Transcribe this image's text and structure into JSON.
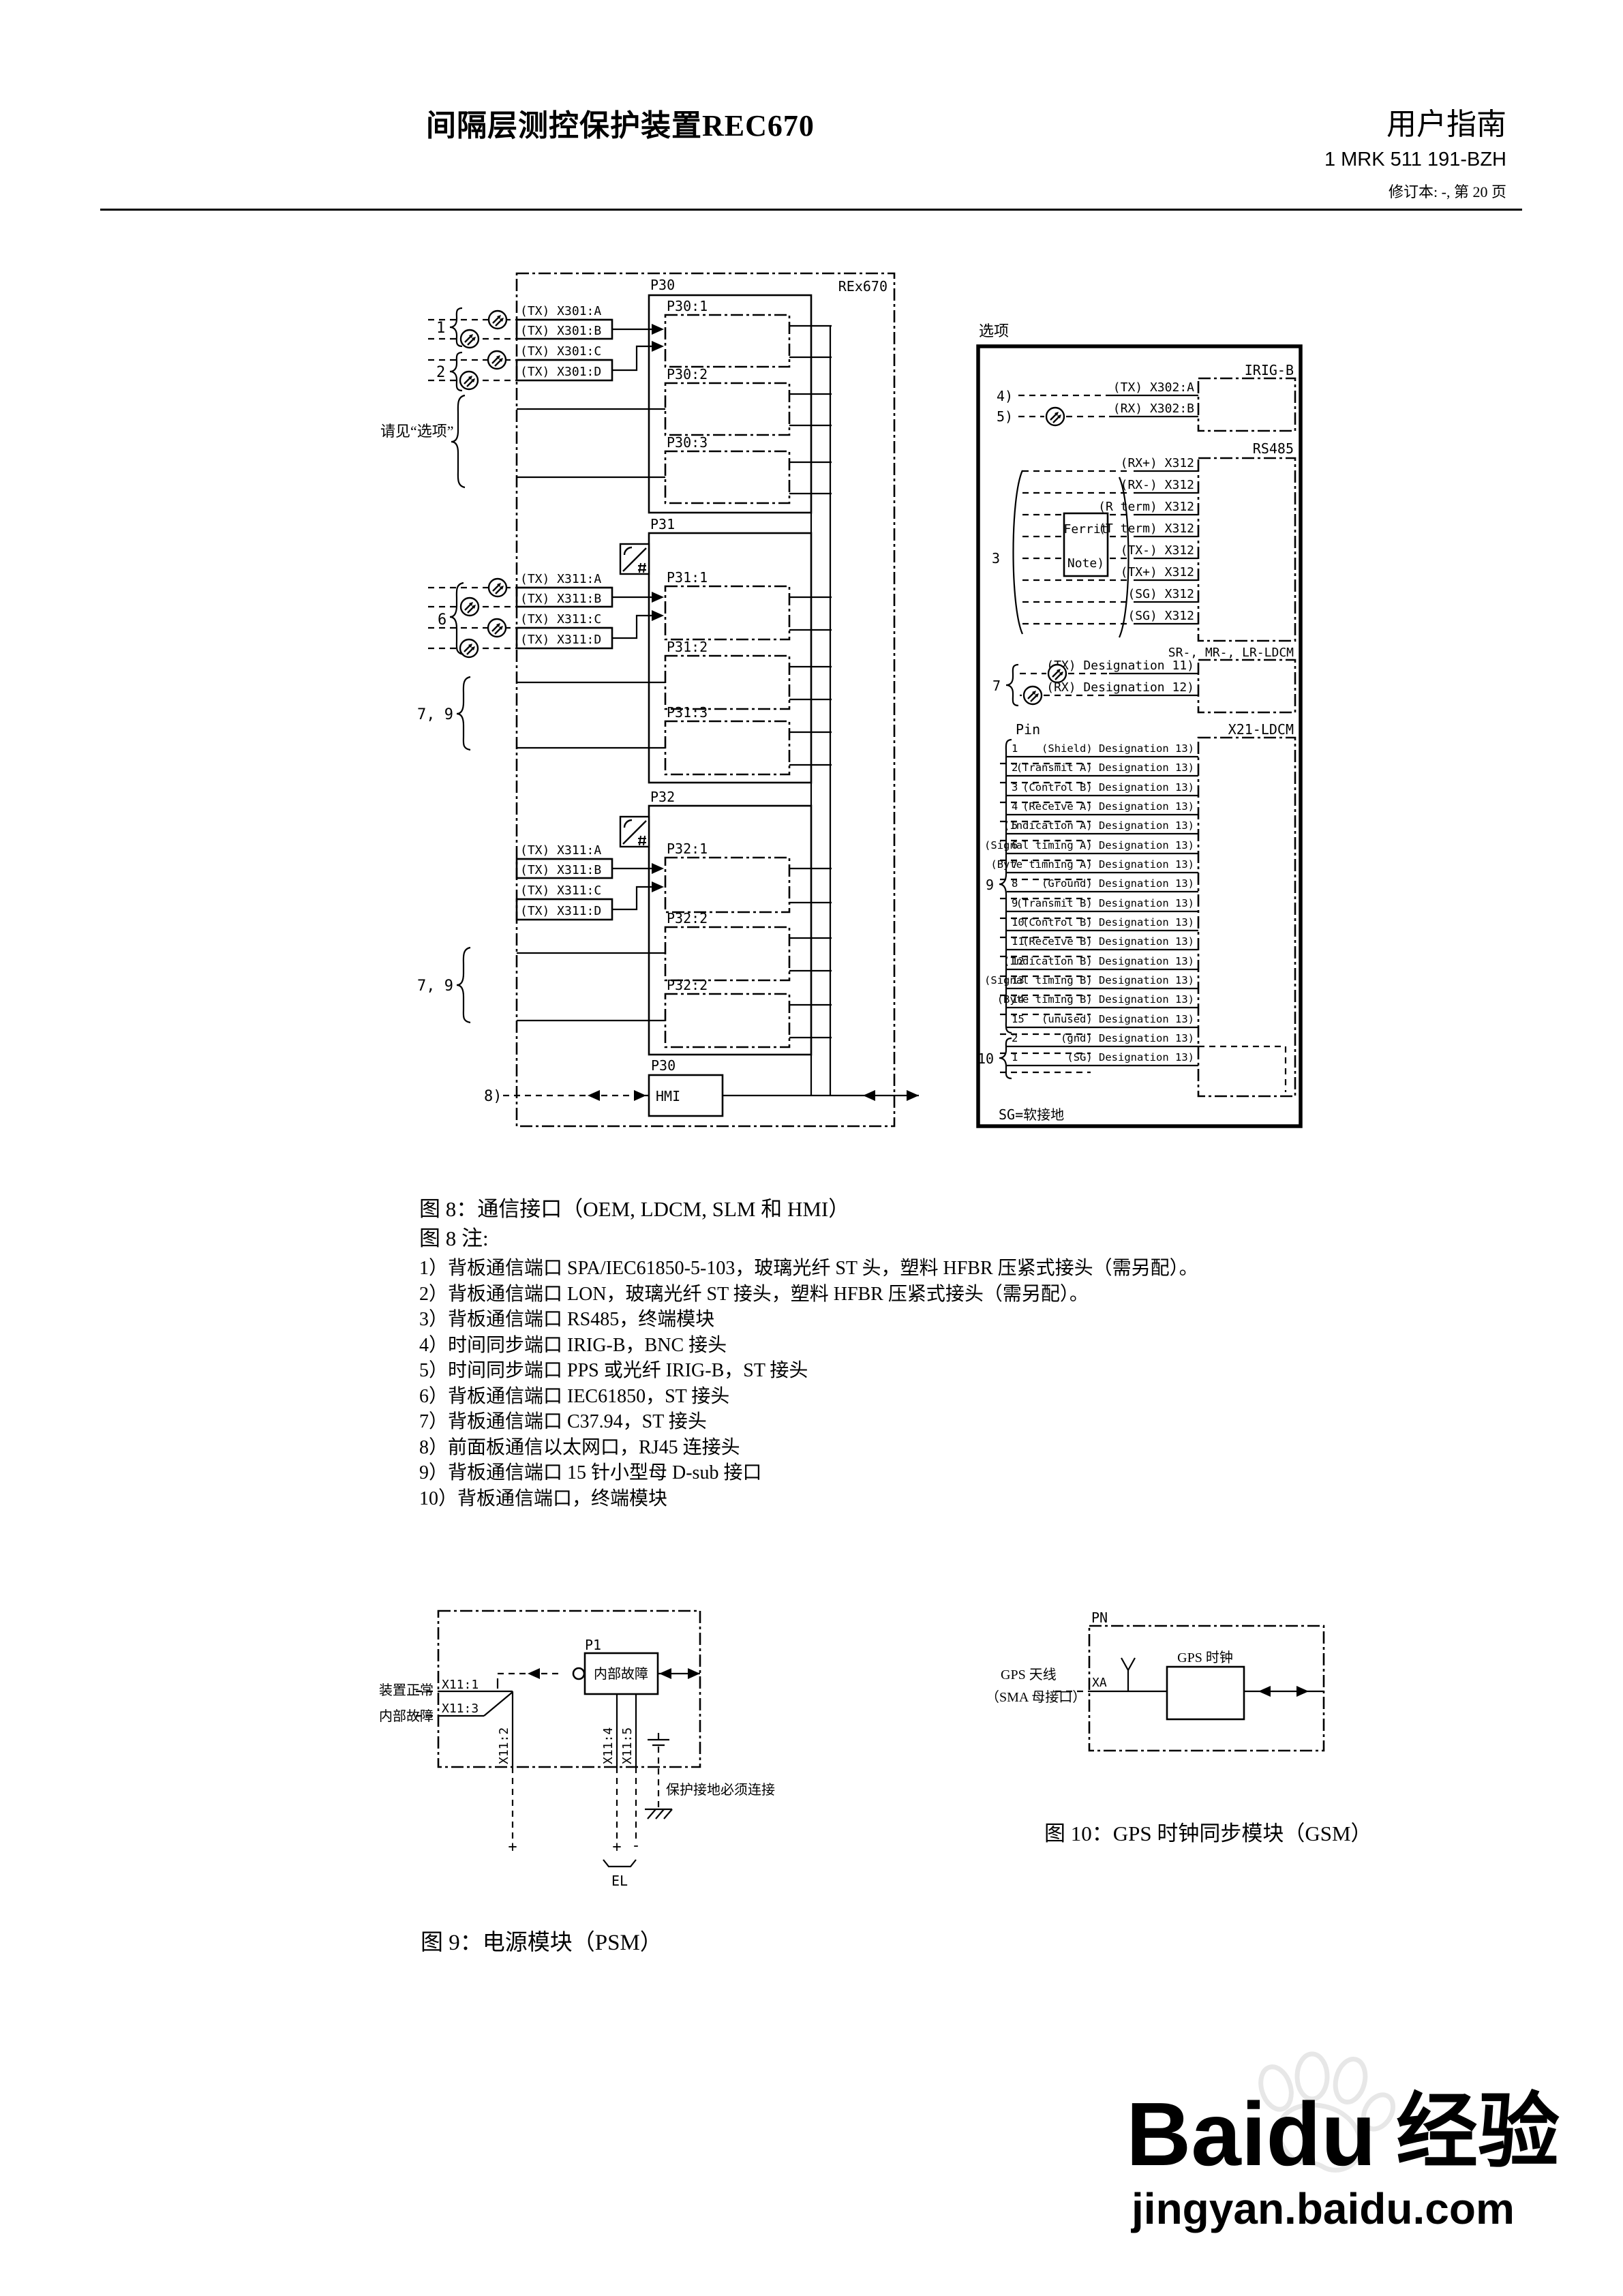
{
  "header": {
    "title": "间隔层测控保护装置REC670",
    "doc_type": "用户指南",
    "doc_number": "1 MRK 511 191-BZH",
    "revision": "修订本: -, 第 20 页"
  },
  "fig8": {
    "device": "REx670",
    "see_options": "请见“选项”",
    "refs": {
      "g1": "1",
      "g2": "2",
      "g6": "6",
      "g79a": "7, 9",
      "g79b": "7, 9",
      "g8": "8)"
    },
    "p30": {
      "label": "P30",
      "x301": [
        "(TX) X301:A",
        "(TX) X301:B",
        "(TX) X301:C",
        "(TX) X301:D"
      ],
      "ports": [
        "P30:1",
        "P30:2",
        "P30:3"
      ]
    },
    "p31": {
      "label": "P31",
      "x311": [
        "(TX) X311:A",
        "(TX) X311:B",
        "(TX) X311:C",
        "(TX) X311:D"
      ],
      "ports": [
        "P31:1",
        "P31:2",
        "P31:3"
      ]
    },
    "p32": {
      "label": "P32",
      "x311": [
        "(TX) X311:A",
        "(TX) X311:B",
        "(TX) X311:C",
        "(TX) X311:D"
      ],
      "ports": [
        "P32:1",
        "P32:2",
        "P32:2"
      ]
    },
    "hmi": {
      "module": "P30",
      "label": "HMI"
    },
    "options": {
      "title": "选项",
      "irigb": {
        "name": "IRIG-B",
        "ref4": "4)",
        "ref5": "5)",
        "rows": [
          "(TX) X302:A",
          "(RX) X302:B"
        ]
      },
      "rs485": {
        "name": "RS485",
        "ref": "3",
        "ferrit": "Ferrit",
        "note": "Note)",
        "rows": [
          "(RX+) X312",
          "(RX-) X312",
          "(R term) X312",
          "(T term) X312",
          "(TX-) X312",
          "(TX+) X312",
          "(SG) X312",
          "(SG) X312"
        ]
      },
      "ldcm": {
        "name": "SR-, MR-, LR-LDCM",
        "ref": "7",
        "rows": [
          "(TX) Designation 11)",
          "(RX) Designation 12)"
        ]
      },
      "x21": {
        "name": "X21-LDCM",
        "pin_header": "Pin",
        "ref_main": "9",
        "ref_tail": "10",
        "pins": [
          {
            "p": "1",
            "l": "(Shield) Designation 13)"
          },
          {
            "p": "2",
            "l": "(Transmit A) Designation 13)"
          },
          {
            "p": "3",
            "l": "(Control B) Designation 13)"
          },
          {
            "p": "4",
            "l": "(Receive A) Designation 13)"
          },
          {
            "p": "5",
            "l": "(Indication A) Designation 13)"
          },
          {
            "p": "6",
            "l": "(Signal timing A) Designation 13)"
          },
          {
            "p": "7",
            "l": "(Byte timning A) Designation 13)"
          },
          {
            "p": "8",
            "l": "(Ground) Designation 13)"
          },
          {
            "p": "9",
            "l": "(Transmit B) Designation 13)"
          },
          {
            "p": "10",
            "l": "(Control B) Designation 13)"
          },
          {
            "p": "11",
            "l": "(Receive B) Designation 13)"
          },
          {
            "p": "12",
            "l": "(Indication B) Designation 13)"
          },
          {
            "p": "13",
            "l": "(Signal timing B) Designation 13)"
          },
          {
            "p": "14",
            "l": "(Byte timing B) Designation 13)"
          },
          {
            "p": "15",
            "l": "(unused) Designation 13)"
          },
          {
            "p": "2",
            "l": "(gnd) Designation 13)"
          },
          {
            "p": "1",
            "l": "(SG) Designation 13)"
          }
        ]
      },
      "sg_note": "SG=软接地"
    }
  },
  "fig8_caption": "图 8：通信接口（OEM, LDCM, SLM 和 HMI）",
  "notes": {
    "title": "图 8 注:",
    "items": [
      "1）背板通信端口 SPA/IEC61850-5-103，玻璃光纤 ST 头，塑料 HFBR 压紧式接头（需另配）。",
      "2）背板通信端口 LON，玻璃光纤 ST 接头，塑料 HFBR 压紧式接头（需另配）。",
      "3）背板通信端口 RS485，终端模块",
      "4）时间同步端口 IRIG-B，BNC 接头",
      "5）时间同步端口 PPS 或光纤 IRIG-B，ST 接头",
      "6）背板通信端口 IEC61850，ST 接头",
      "7）背板通信端口 C37.94，ST 接头",
      "8）前面板通信以太网口，RJ45 连接头",
      "9）背板通信端口 15 针小型母 D-sub 接口",
      "10）背板通信端口，终端模块"
    ]
  },
  "fig9": {
    "caption": "图 9：电源模块（PSM）",
    "device_ok": "装置正常",
    "internal_fault": "内部故障",
    "x11_1": "X11:1",
    "x11_3": "X11:3",
    "p1": "P1",
    "p1_text": "内部故障",
    "x11_2": "X11:2",
    "x11_4": "X11:4",
    "x11_5": "X11:5",
    "plus1": "+",
    "plus2": "+",
    "minus": "-",
    "el": "EL",
    "ground_note": "保护接地必须连接"
  },
  "fig10": {
    "caption": "图 10：GPS 时钟同步模块（GSM）",
    "pn": "PN",
    "xa": "XA",
    "gps_clock": "GPS 时钟",
    "antenna_line1": "GPS 天线",
    "antenna_line2": "（SMA 母接口）"
  },
  "watermark": {
    "brand": "Baidu",
    "brand_cn": "经验",
    "url": "jingyan.baidu.com"
  }
}
